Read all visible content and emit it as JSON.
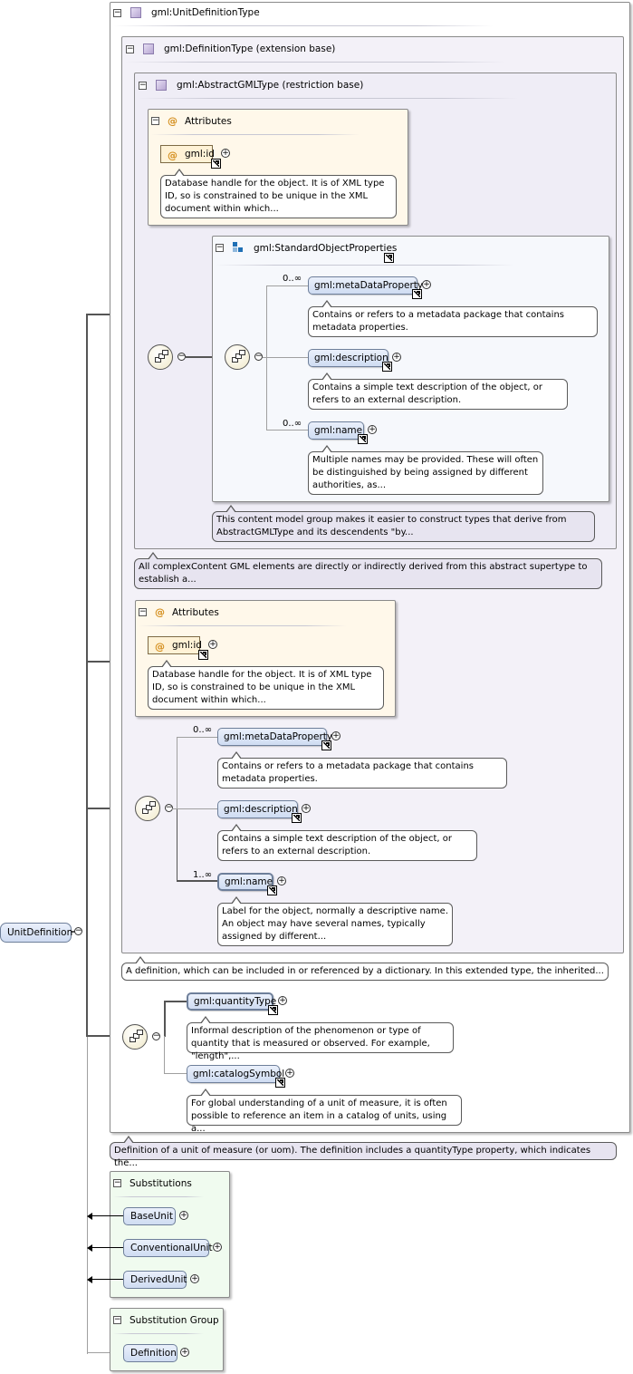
{
  "root": {
    "label": "UnitDefinition"
  },
  "unit_definition_type": {
    "title": "gml:UnitDefinitionType"
  },
  "definition_type": {
    "title": "gml:DefinitionType (extension base)"
  },
  "abstract_gml_type": {
    "title": "gml:AbstractGMLType (restriction base)"
  },
  "attributes_inner": {
    "title": "Attributes",
    "id_label": "gml:id",
    "doc": "Database handle for the object. It is of XML type ID, so is constrained to be unique in the XML document within which..."
  },
  "standard_object_properties": {
    "title": "gml:StandardObjectProperties",
    "items": [
      {
        "cardinality": "0..∞",
        "label": "gml:metaDataProperty",
        "doc": "Contains or refers to a metadata package that contains metadata properties."
      },
      {
        "cardinality": "",
        "label": "gml:description",
        "doc": "Contains a simple text description of the object, or refers to an external description."
      },
      {
        "cardinality": "0..∞",
        "label": "gml:name",
        "doc": "Multiple names may be provided. These will often be distinguished by being assigned by different authorities, as..."
      }
    ],
    "doc": "This content model group makes it easier to construct types that derive from AbstractGMLType and its descendents \"by..."
  },
  "abstract_gml_doc": "All complexContent GML elements are directly or indirectly derived from this abstract supertype to establish a...",
  "attributes_outer": {
    "title": "Attributes",
    "id_label": "gml:id",
    "doc": "Database handle for the object. It is of XML type ID, so is constrained to be unique in the XML document within which..."
  },
  "definition_sequence": {
    "items": [
      {
        "cardinality": "0..∞",
        "label": "gml:metaDataProperty",
        "doc": "Contains or refers to a metadata package that contains metadata properties."
      },
      {
        "cardinality": "",
        "label": "gml:description",
        "doc": "Contains a simple text description of the object, or refers to an external description."
      },
      {
        "cardinality": "1..∞",
        "label": "gml:name",
        "doc": "Label for the object, normally a descriptive name. An object may have several names, typically assigned by different..."
      }
    ]
  },
  "definition_type_doc": "A definition, which can be included in or referenced by a dictionary. In this extended type, the inherited...",
  "unit_sequence": {
    "items": [
      {
        "label": "gml:quantityType",
        "doc": "Informal description of the phenomenon or type of quantity that is measured or observed. For example, \"length\",..."
      },
      {
        "label": "gml:catalogSymbol",
        "doc": "For global understanding of a unit of measure, it is often possible to reference an item in a catalog of units, using a..."
      }
    ]
  },
  "unit_definition_doc": "Definition of a unit of measure (or uom). The definition includes a quantityType property, which indicates the...",
  "substitutions": {
    "title": "Substitutions",
    "items": [
      "BaseUnit",
      "ConventionalUnit",
      "DerivedUnit"
    ]
  },
  "substitution_group": {
    "title": "Substitution Group",
    "items": [
      "Definition"
    ]
  },
  "colors": {
    "element_fill": "#cfdcf2",
    "attribute_fill": "#fff8ea",
    "doc_fill": "#e7e4f0",
    "substitution_fill": "#f0fbef",
    "type_fill": "#f3f1f8"
  }
}
